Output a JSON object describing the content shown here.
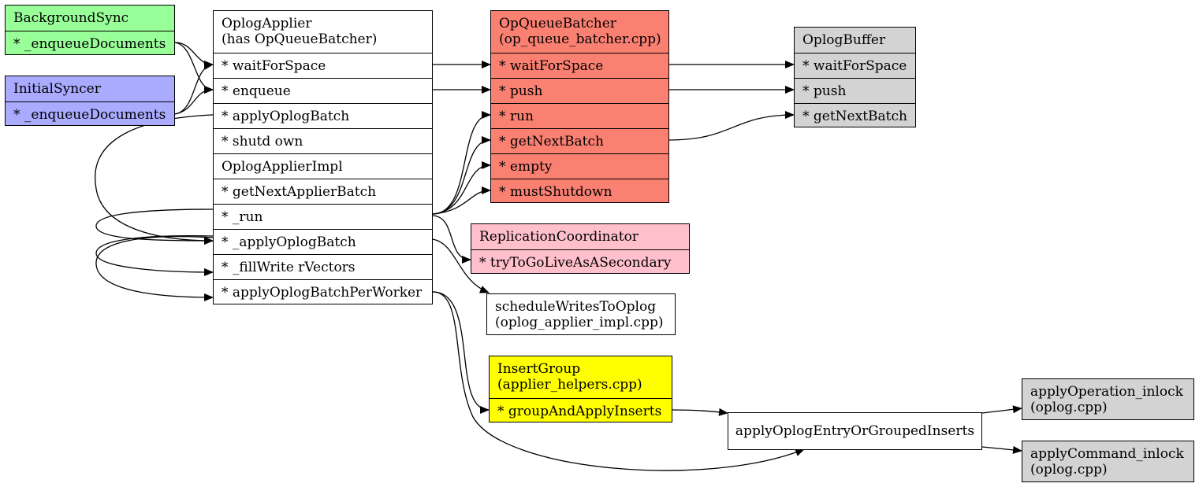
{
  "colors": {
    "background_sync": "#99ff99",
    "initial_syncer": "#aaaaff",
    "oplog_applier": "#ffffff",
    "op_queue_batcher": "#fa8072",
    "oplog_buffer": "#d3d3d3",
    "replication_coordinator": "#ffc0cb",
    "insert_group": "#ffff00",
    "gray_nodes": "#d3d3d3"
  },
  "nodes": {
    "background_sync": {
      "title": "BackgroundSync",
      "methods": [
        "* _enqueueDocuments"
      ]
    },
    "initial_syncer": {
      "title": "InitialSyncer",
      "methods": [
        "* _enqueueDocuments"
      ]
    },
    "oplog_applier": {
      "title": [
        "OplogApplier",
        "(has OpQueueBatcher)"
      ],
      "methods": [
        "* waitForSpace",
        "* enqueue",
        "* applyOplogBatch",
        "* shutd own",
        "OplogApplierImpl",
        "* getNextApplierBatch",
        "* _run",
        "* _applyOplogBatch",
        "* _fillWrite rVectors",
        "* applyOplogBatchPerWorker"
      ]
    },
    "op_queue_batcher": {
      "title": [
        "OpQueueBatcher",
        "(op_queue_batcher.cpp)"
      ],
      "methods": [
        "* waitForSpace",
        "* push",
        "* run",
        "* getNextBatch",
        "* empty",
        "* mustShutdown"
      ]
    },
    "oplog_buffer": {
      "title": "OplogBuffer",
      "methods": [
        "* waitForSpace",
        "* push",
        "* getNextBatch"
      ]
    },
    "replication_coordinator": {
      "title": "ReplicationCoordinator",
      "methods": [
        "* tryToGoLiveAsASecondary"
      ]
    },
    "schedule_writes": {
      "lines": [
        "scheduleWritesToOplog",
        "(oplog_applier_impl.cpp)"
      ]
    },
    "insert_group": {
      "title": [
        "InsertGroup",
        "(applier_helpers.cpp)"
      ],
      "methods": [
        "* groupAndApplyInserts"
      ]
    },
    "apply_entry": {
      "label": "applyOplogEntryOrGroupedInserts"
    },
    "apply_operation": {
      "lines": [
        "applyOperation_inlock",
        "(oplog.cpp)"
      ]
    },
    "apply_command": {
      "lines": [
        "applyCommand_inlock",
        "(oplog.cpp)"
      ]
    }
  }
}
